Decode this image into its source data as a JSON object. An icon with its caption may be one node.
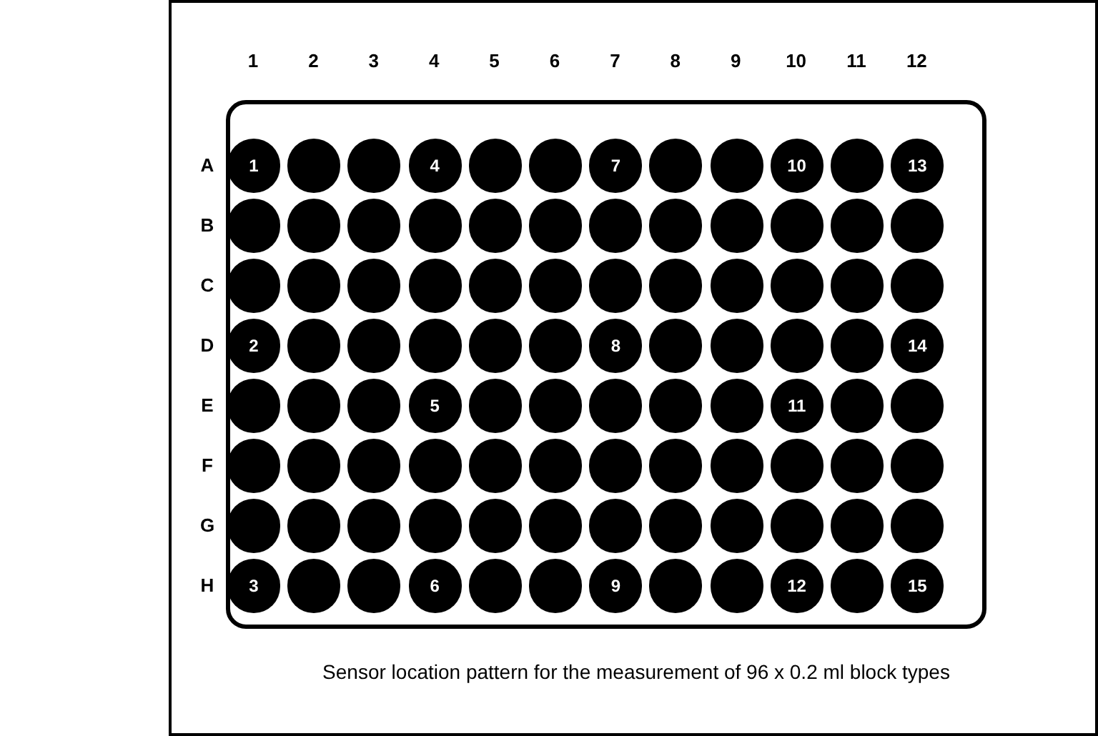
{
  "diagram": {
    "caption": "Sensor location pattern for the measurement of 96 x 0.2 ml block types",
    "nodes": [
      {
        "text": [],
        "shape": "box"
      },
      {
        "text": [
          "1"
        ],
        "in": 0
      },
      {
        "text": [],
        "shape": "circle",
        "in": 0
      },
      {
        "text": [],
        "shape": "circle",
        "in": 0
      },
      {
        "text": [
          "4"
        ],
        "in": 0
      },
      {
        "text": [],
        "shape": "circle",
        "in": 0
      },
      {
        "text": [],
        "shape": "circle",
        "in": 0
      },
      {
        "text": [
          "7"
        ],
        "in": 0
      },
      {
        "text": [],
        "shape": "circle",
        "in": 0
      },
      {
        "text": [],
        "shape": "circle",
        "in": 0
      },
      {
        "text": [
          "10"
        ],
        "in": 0
      },
      {
        "text": [],
        "shape": "circle",
        "in": 0
      },
      {
        "text": [
          "13"
        ],
        "in": 0
      },
      {
        "text": [],
        "shape": "circle",
        "in": 0
      },
      {
        "text": [],
        "shape": "circle",
        "in": 0
      },
      {
        "text": [],
        "shape": "circle",
        "in": 0
      },
      {
        "text": [],
        "shape": "circle",
        "in": 0
      },
      {
        "text": [],
        "shape": "circle",
        "in": 0
      },
      {
        "text": [],
        "shape": "circle",
        "in": 0
      },
      {
        "text": [],
        "shape": "circle",
        "in": 0
      },
      {
        "text": [],
        "shape": "circle",
        "in": 0
      },
      {
        "text": [],
        "shape": "circle",
        "in": 0
      },
      {
        "text": [],
        "shape": "circle",
        "in": 0
      },
      {
        "text": [],
        "shape": "circle",
        "in": 0
      },
      {
        "text": [],
        "shape": "circle",
        "in": 0
      },
      {
        "text": [],
        "shape": "circle",
        "in": 0
      },
      {
        "text": [],
        "shape": "circle",
        "in": 0
      },
      {
        "text": [],
        "shape": "circle",
        "in": 0
      },
      {
        "text": [],
        "shape": "circle",
        "in": 0
      },
      {
        "text": [],
        "shape": "circle",
        "in": 0
      },
      {
        "text": [],
        "shape": "circle",
        "in": 0
      },
      {
        "text": [],
        "shape": "circle",
        "in": 0
      },
      {
        "text": [],
        "shape": "circle",
        "in": 0
      },
      {
        "text": [],
        "shape": "circle",
        "in": 0
      },
      {
        "text": [],
        "shape": "circle",
        "in": 0
      },
      {
        "text": [],
        "shape": "circle",
        "in": 0
      },
      {
        "text": [],
        "shape": "circle",
        "in": 0
      },
      {
        "text": [
          "2"
        ],
        "in": 0
      },
      {
        "text": [],
        "shape": "circle",
        "in": 0
      },
      {
        "text": [],
        "shape": "circle",
        "in": 0
      },
      {
        "text": [],
        "shape": "circle",
        "in": 0
      },
      {
        "text": [],
        "shape": "circle",
        "in": 0
      },
      {
        "text": [],
        "shape": "circle",
        "in": 0
      },
      {
        "text": [
          "8"
        ],
        "in": 0
      },
      {
        "text": [],
        "shape": "circle",
        "in": 0
      },
      {
        "text": [],
        "shape": "circle",
        "in": 0
      },
      {
        "text": [],
        "shape": "circle",
        "in": 0
      },
      {
        "text": [],
        "shape": "circle",
        "in": 0
      },
      {
        "text": [
          "14"
        ],
        "in": 0
      },
      {
        "text": [],
        "shape": "circle",
        "in": 0
      },
      {
        "text": [],
        "shape": "circle",
        "in": 0
      },
      {
        "text": [],
        "shape": "circle",
        "in": 0
      },
      {
        "text": [
          "5"
        ],
        "in": 0
      },
      {
        "text": [],
        "shape": "circle",
        "in": 0
      },
      {
        "text": [],
        "shape": "circle",
        "in": 0
      },
      {
        "text": [],
        "shape": "circle",
        "in": 0
      },
      {
        "text": [],
        "shape": "circle",
        "in": 0
      },
      {
        "text": [],
        "shape": "circle",
        "in": 0
      },
      {
        "text": [
          "11"
        ],
        "in": 0
      },
      {
        "text": [],
        "shape": "circle",
        "in": 0
      },
      {
        "text": [],
        "shape": "circle",
        "in": 0
      },
      {
        "text": [],
        "shape": "circle",
        "in": 0
      },
      {
        "text": [],
        "shape": "circle",
        "in": 0
      },
      {
        "text": [],
        "shape": "circle",
        "in": 0
      },
      {
        "text": [],
        "shape": "circle",
        "in": 0
      },
      {
        "text": [],
        "shape": "circle",
        "in": 0
      },
      {
        "text": [],
        "shape": "circle",
        "in": 0
      },
      {
        "text": [],
        "shape": "circle",
        "in": 0
      },
      {
        "text": [],
        "shape": "circle",
        "in": 0
      },
      {
        "text": [],
        "shape": "circle",
        "in": 0
      },
      {
        "text": [],
        "shape": "circle",
        "in": 0
      },
      {
        "text": [],
        "shape": "circle",
        "in": 0
      },
      {
        "text": [],
        "shape": "circle",
        "in": 0
      },
      {
        "text": [],
        "shape": "circle",
        "in": 0
      },
      {
        "text": [],
        "shape": "circle",
        "in": 0
      },
      {
        "text": [],
        "shape": "circle",
        "in": 0
      },
      {
        "text": [],
        "shape": "circle",
        "in": 0
      },
      {
        "text": [],
        "shape": "circle",
        "in": 0
      },
      {
        "text": [],
        "shape": "circle",
        "in": 0
      },
      {
        "text": [],
        "shape": "circle",
        "in": 0
      },
      {
        "text": [],
        "shape": "circle",
        "in": 0
      },
      {
        "text": [],
        "shape": "circle",
        "in": 0
      },
      {
        "text": [],
        "shape": "circle",
        "in": 0
      },
      {
        "text": [],
        "shape": "circle",
        "in": 0
      },
      {
        "text": [],
        "shape": "circle",
        "in": 0
      },
      {
        "text": [
          "3"
        ],
        "in": 0
      },
      {
        "text": [],
        "shape": "circle",
        "in": 0
      },
      {
        "text": [],
        "shape": "circle",
        "in": 0
      },
      {
        "text": [
          "6"
        ],
        "in": 0
      },
      {
        "text": [],
        "shape": "circle",
        "in": 0
      },
      {
        "text": [],
        "shape": "circle",
        "in": 0
      },
      {
        "text": [
          "9"
        ],
        "in": 0
      },
      {
        "text": [],
        "shape": "circle",
        "in": 0
      },
      {
        "text": [],
        "shape": "circle",
        "in": 0
      },
      {
        "text": [
          "12"
        ],
        "in": 0
      },
      {
        "text": [],
        "shape": "circle",
        "in": 0
      },
      {
        "text": [
          "15"
        ],
        "in": 0
      }
    ],
    "labels": [
      "1",
      "2",
      "3",
      "4",
      "5",
      "6",
      "7",
      "8",
      "9",
      "10",
      "11",
      "12",
      "A",
      "B",
      "C",
      "D",
      "E",
      "F",
      "G",
      "H"
    ]
  }
}
